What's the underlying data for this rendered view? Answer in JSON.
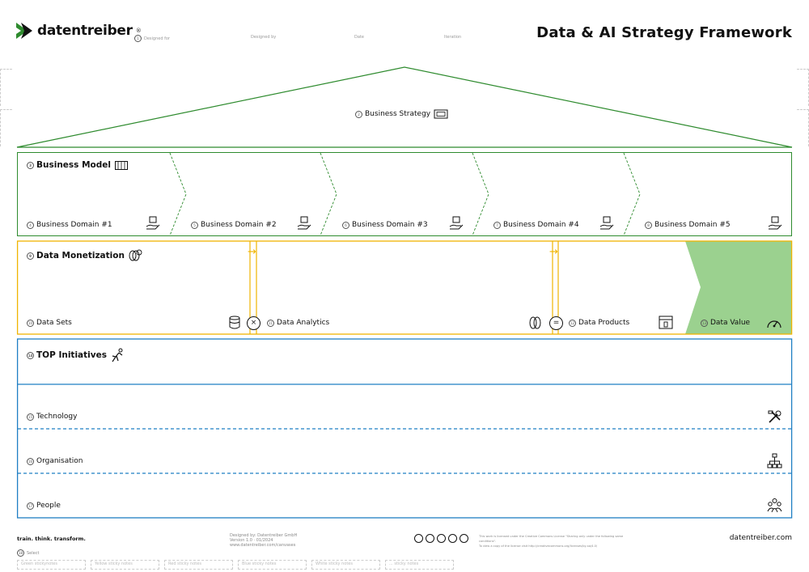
{
  "header": {
    "logo_text": "datentreiber",
    "logo_reg": "®",
    "designed_for": "Designed for",
    "designed_by": "Designed by",
    "date": "Date",
    "iteration": "Iteration",
    "title": "Data & AI Strategy Framework",
    "designed_for_num": "1"
  },
  "strategy": {
    "num": "2",
    "label": "Business Strategy"
  },
  "business_model": {
    "num": "3",
    "label": "Business Model",
    "domains": [
      {
        "num": "4",
        "label": "Business Domain #1"
      },
      {
        "num": "5",
        "label": "Business Domain #2"
      },
      {
        "num": "6",
        "label": "Business Domain #3"
      },
      {
        "num": "7",
        "label": "Business Domain #4"
      },
      {
        "num": "8",
        "label": "Business Domain #5"
      }
    ]
  },
  "monetization": {
    "num": "9",
    "label": "Data Monetization",
    "data_sets": {
      "num": "10",
      "label": "Data Sets"
    },
    "data_analytics": {
      "num": "11",
      "label": "Data Analytics"
    },
    "data_products": {
      "num": "12",
      "label": "Data Products"
    },
    "data_value": {
      "num": "13",
      "label": "Data Value"
    },
    "times": "×",
    "equals": "=",
    "arrow": "→"
  },
  "initiatives": {
    "num": "14",
    "label": "TOP Initiatives",
    "technology": {
      "num": "15",
      "label": "Technology"
    },
    "organisation": {
      "num": "16",
      "label": "Organisation"
    },
    "people": {
      "num": "17",
      "label": "People"
    }
  },
  "footer": {
    "tagline": "train. think. transform.",
    "designed_by_line1": "Designed by: Datentreiber GmbH",
    "designed_by_line2": "Version 1.0 · 01/2024",
    "designed_by_line3": "www.datentreiber.com/canvases",
    "license_line1": "This work is licensed under the Creative Commons License \"Sharing only under the following same conditions\".",
    "license_line2": "To view a copy of the license visit http://creativecommons.org/licenses/by-sa/4.0/",
    "site": "datentreiber.com",
    "select_num": "18",
    "select_label": "Select",
    "stickies": [
      "Green stickynotes",
      "Yellow sticky notes",
      "Red sticky notes",
      "Blue sticky notes",
      "White sticky notes",
      "... sticky notes"
    ]
  },
  "colors": {
    "green": "#2e8b2e",
    "green_fill": "#9bd18f",
    "yellow": "#f0b400",
    "blue": "#1f7fc4"
  }
}
